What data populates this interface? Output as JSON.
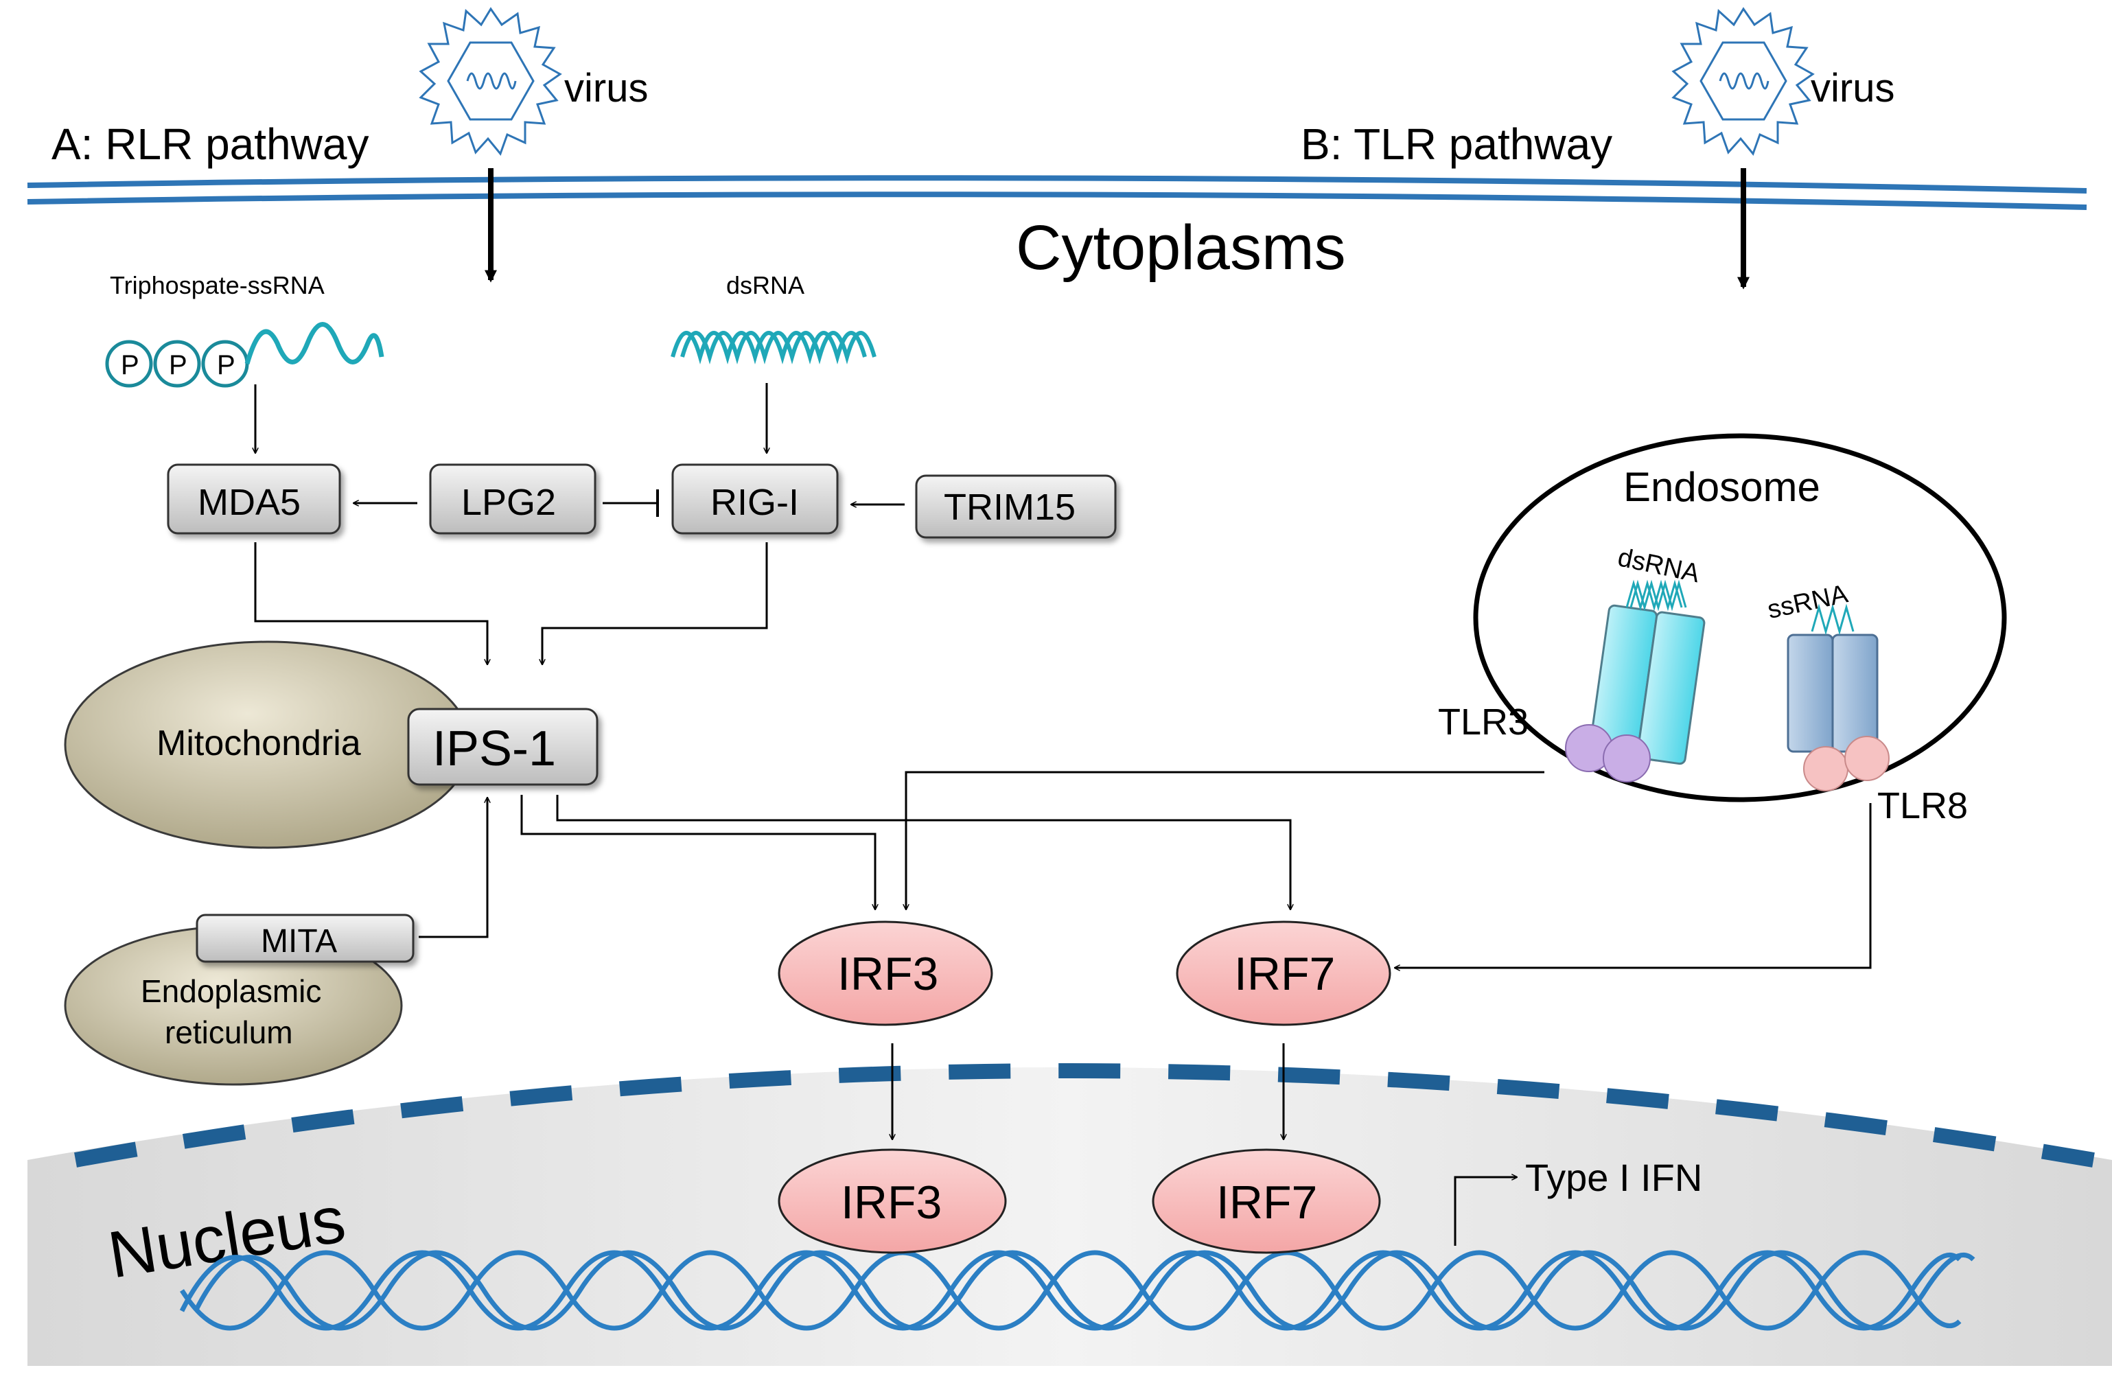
{
  "labels": {
    "rlr_pathway": "A: RLR pathway",
    "tlr_pathway": "B: TLR pathway",
    "virus_left": "virus",
    "virus_right": "virus",
    "cytoplasms": "Cytoplasms",
    "nucleus": "Nucleus",
    "triphosphate_ssrna": "Triphospate-ssRNA",
    "dsrna_top": "dsRNA",
    "phosphate": "P",
    "mitochondria": "Mitochondria",
    "er_line1": "Endoplasmic",
    "er_line2": "reticulum",
    "endosome": "Endosome",
    "endosome_dsrna": "dsRNA",
    "endosome_ssrna": "ssRNA",
    "tlr3": "TLR3",
    "tlr8": "TLR8",
    "type_i_ifn": "Type I IFN"
  },
  "proteins": {
    "mda5": "MDA5",
    "lpg2": "LPG2",
    "rig_i": "RIG-I",
    "trim15": "TRIM15",
    "ips1": "IPS-1",
    "mita": "MITA",
    "irf3_cyto": "IRF3",
    "irf7_cyto": "IRF7",
    "irf3_nuc": "IRF3",
    "irf7_nuc": "IRF7"
  },
  "colors": {
    "membrane": "#2e75b6",
    "rna": "#1fa8b8",
    "dna": "#2b7fc4",
    "nucleus_dash": "#1f5f94",
    "irf_fill": "#f7b9b9",
    "organelle_fill": "#cbc3a6",
    "tlr3_fill": "#8fe3f0",
    "tlr3_base": "#c9aee6",
    "tlr8_fill": "#9dbad8",
    "tlr8_base": "#f6c2c2"
  }
}
